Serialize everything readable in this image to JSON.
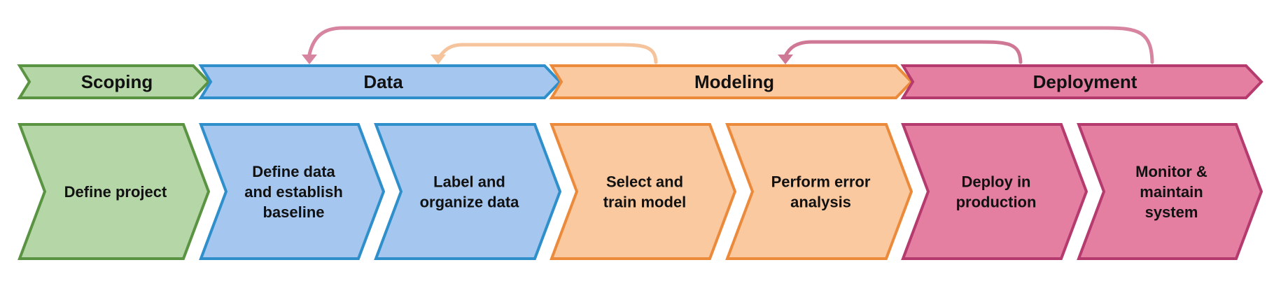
{
  "phases": [
    {
      "id": "scoping",
      "label": "Scoping",
      "fill": "#b5d7a8",
      "stroke": "#5a9443"
    },
    {
      "id": "data",
      "label": "Data",
      "fill": "#a4c6ef",
      "stroke": "#2f8fcb"
    },
    {
      "id": "modeling",
      "label": "Modeling",
      "fill": "#fbc9a0",
      "stroke": "#ec8a3c"
    },
    {
      "id": "deployment",
      "label": "Deployment",
      "fill": "#e57fa1",
      "stroke": "#b53a6e"
    }
  ],
  "steps": [
    {
      "id": "define-project",
      "phase": "scoping",
      "lines": [
        "Define project"
      ]
    },
    {
      "id": "define-data",
      "phase": "data",
      "lines": [
        "Define data",
        "and establish",
        "baseline"
      ]
    },
    {
      "id": "label-organize",
      "phase": "data",
      "lines": [
        "Label and",
        "organize data"
      ]
    },
    {
      "id": "select-train",
      "phase": "modeling",
      "lines": [
        "Select and",
        "train model"
      ]
    },
    {
      "id": "error-analysis",
      "phase": "modeling",
      "lines": [
        "Perform error",
        "analysis"
      ]
    },
    {
      "id": "deploy-production",
      "phase": "deployment",
      "lines": [
        "Deploy in",
        "production"
      ]
    },
    {
      "id": "monitor-maintain",
      "phase": "deployment",
      "lines": [
        "Monitor &",
        "maintain",
        "system"
      ]
    }
  ],
  "feedback_arrows": [
    {
      "id": "modeling-to-data",
      "color": "#f6c49c"
    },
    {
      "id": "deployment-to-modeling",
      "color": "#cf7896"
    },
    {
      "id": "deployment-to-data",
      "color": "#d6849f"
    }
  ]
}
